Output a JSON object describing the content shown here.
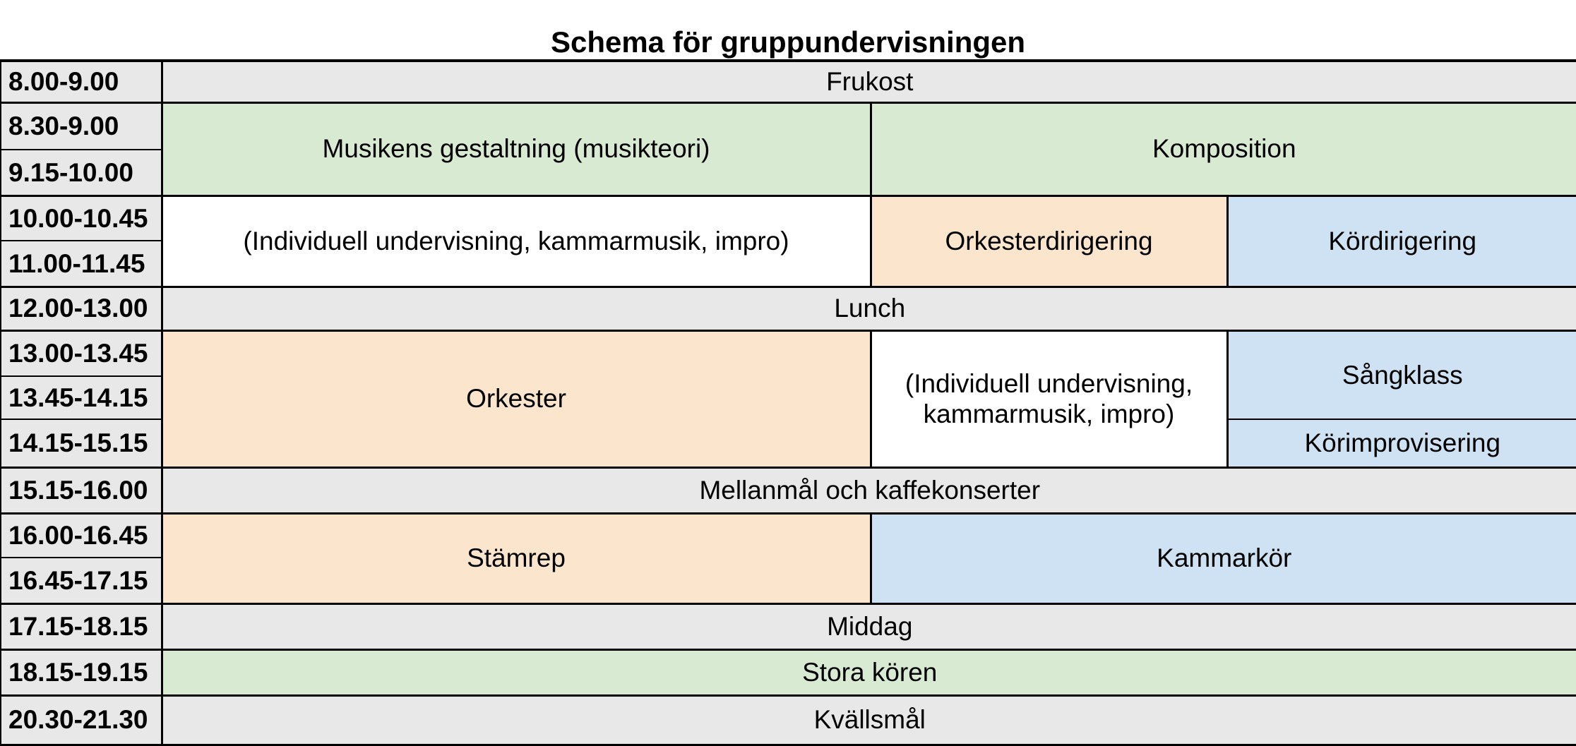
{
  "title": "Schema för gruppundervisningen",
  "time_slots": [
    "8.00-9.00",
    "8.30-9.00",
    "9.15-10.00",
    "10.00-10.45",
    "11.00-11.45",
    "12.00-13.00",
    "13.00-13.45",
    "13.45-14.15",
    "14.15-15.15",
    "15.15-16.00",
    "16.00-16.45",
    "16.45-17.15",
    "17.15-18.15",
    "18.15-19.15",
    "20.30-21.30"
  ],
  "cells": {
    "frukost": "Frukost",
    "musikens_gestaltning": "Musikens gestaltning (musikteori)",
    "komposition": "Komposition",
    "individuell": "(Individuell undervisning, kammarmusik, impro)",
    "orkesterdirigering": "Orkesterdirigering",
    "kordirigering": "Kördirigering",
    "lunch": "Lunch",
    "orkester": "Orkester",
    "sangklass": "Sångklass",
    "korimprovisering": "Körimprovisering",
    "mellanmal": "Mellanmål och kaffekonserter",
    "stamrep": "Stämrep",
    "kammarkor": "Kammarkör",
    "middag": "Middag",
    "stora_koren": "Stora kören",
    "kvallsmal": "Kvällsmål"
  },
  "colors": {
    "grey": "#e8e8e8",
    "green": "#d9ead3",
    "peach": "#fce5cd",
    "blue": "#cfe2f3",
    "border": "#000000"
  }
}
